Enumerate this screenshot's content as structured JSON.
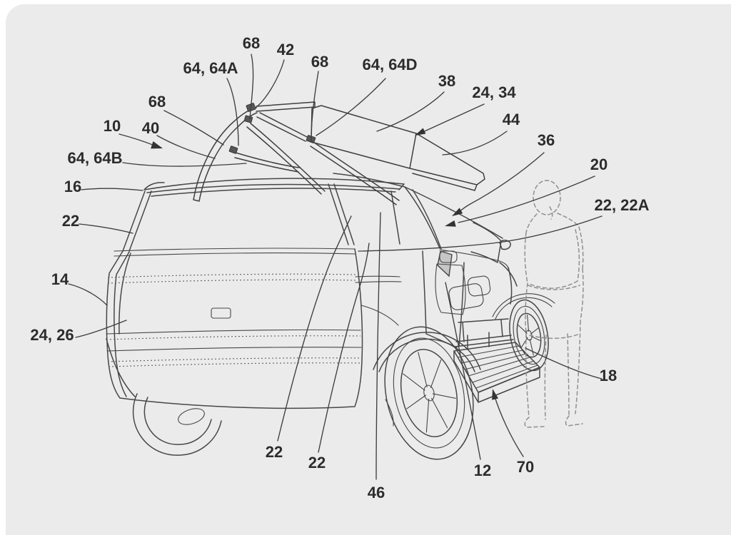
{
  "figure": {
    "kind": "patent-line-drawing",
    "description": "Rear three-quarter line drawing of an SUV with its rear liftgate panel raised on a linkage mechanism, a deployable running-board step below the open rear door, and a dashed outline of a person standing beside the vehicle.",
    "background_color": "#ebebeb",
    "line_color": "#474747",
    "person_line_color": "#909090",
    "label_color": "#2c2c2c"
  },
  "labels": [
    {
      "id": "68-top",
      "text": "68"
    },
    {
      "id": "42",
      "text": "42"
    },
    {
      "id": "68-right",
      "text": "68"
    },
    {
      "id": "64-64a",
      "text": "64, 64A"
    },
    {
      "id": "64-64d",
      "text": "64, 64D"
    },
    {
      "id": "38",
      "text": "38"
    },
    {
      "id": "24-34",
      "text": "24, 34"
    },
    {
      "id": "44",
      "text": "44"
    },
    {
      "id": "36",
      "text": "36"
    },
    {
      "id": "68-left",
      "text": "68"
    },
    {
      "id": "10",
      "text": "10"
    },
    {
      "id": "40",
      "text": "40"
    },
    {
      "id": "64-64b",
      "text": "64, 64B"
    },
    {
      "id": "16",
      "text": "16"
    },
    {
      "id": "22-upper",
      "text": "22"
    },
    {
      "id": "20",
      "text": "20"
    },
    {
      "id": "22-22a",
      "text": "22, 22A"
    },
    {
      "id": "14",
      "text": "14"
    },
    {
      "id": "24-26",
      "text": "24, 26"
    },
    {
      "id": "18",
      "text": "18"
    },
    {
      "id": "22-lower-1",
      "text": "22"
    },
    {
      "id": "22-lower-2",
      "text": "22"
    },
    {
      "id": "46",
      "text": "46"
    },
    {
      "id": "12",
      "text": "12"
    },
    {
      "id": "70",
      "text": "70"
    }
  ]
}
